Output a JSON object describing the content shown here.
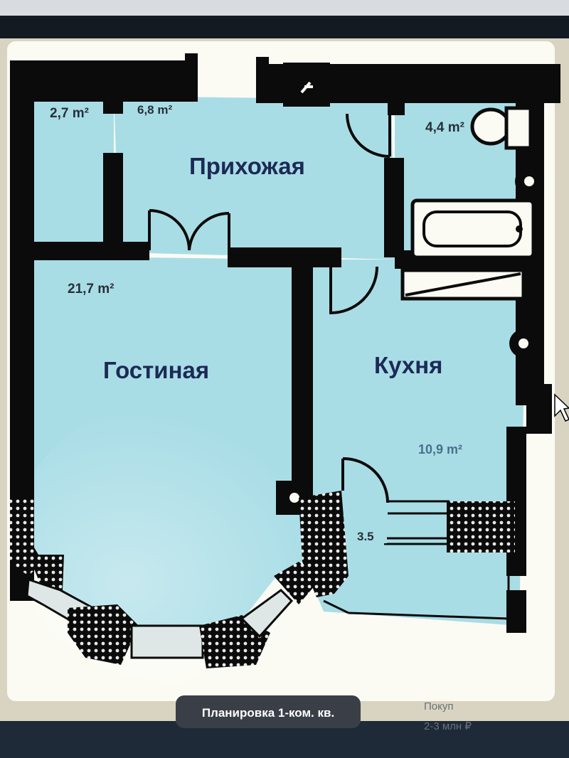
{
  "colors": {
    "room_fill": "#a9dde6",
    "wall": "#0b0b0b",
    "page_bg": "#fbfbf4",
    "caption_bg": "#3a3f47"
  },
  "rooms": {
    "hallway": {
      "name": "Прихожая",
      "area": "6,8 m²"
    },
    "closet": {
      "area": "2,7 m²"
    },
    "bathroom": {
      "area": "4,4 m²"
    },
    "living": {
      "name": "Гостиная",
      "area": "21,7 m²"
    },
    "kitchen": {
      "name": "Кухня",
      "area": "10,9 m²"
    },
    "balcony": {
      "area": "3.5"
    }
  },
  "caption": "Планировка 1-ком. кв.",
  "side_info": {
    "line1": "Покуп",
    "line2": "2-3 млн ₽"
  }
}
